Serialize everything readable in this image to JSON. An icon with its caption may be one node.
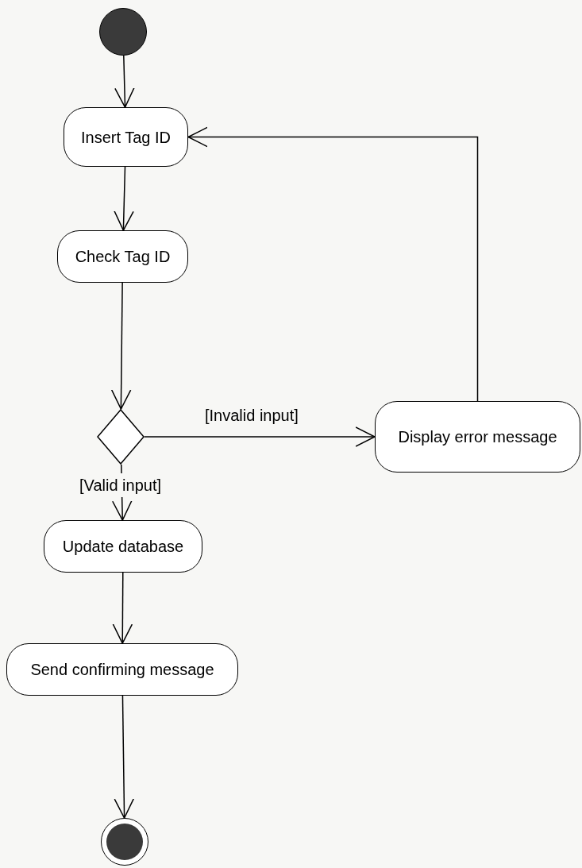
{
  "diagram": {
    "nodes": [
      {
        "text": [],
        "shape": "circle"
      },
      {
        "text": [
          "Insert Tag ID"
        ]
      },
      {
        "text": [
          "Check Tag ID"
        ]
      },
      {
        "text": [],
        "shape": "diamond"
      },
      {
        "text": [
          "Display error message"
        ]
      },
      {
        "text": [
          "Update database"
        ]
      },
      {
        "text": [
          "Send confirming message"
        ]
      },
      {
        "text": [],
        "shape": "circle"
      }
    ],
    "edges": [
      {
        "from": 0,
        "to": 1,
        "arrow": "to"
      },
      {
        "from": 1,
        "to": 2,
        "arrow": "to"
      },
      {
        "from": 2,
        "to": 3,
        "arrow": "to"
      },
      {
        "from": 3,
        "to": 4,
        "arrow": "to",
        "label": "[Invalid input]"
      },
      {
        "from": 4,
        "to": 1,
        "arrow": "to"
      },
      {
        "from": 3,
        "to": 5,
        "arrow": "to",
        "label": "[Valid input]"
      },
      {
        "from": 5,
        "to": 6,
        "arrow": "to"
      },
      {
        "from": 6,
        "to": 7,
        "arrow": "to"
      }
    ]
  }
}
